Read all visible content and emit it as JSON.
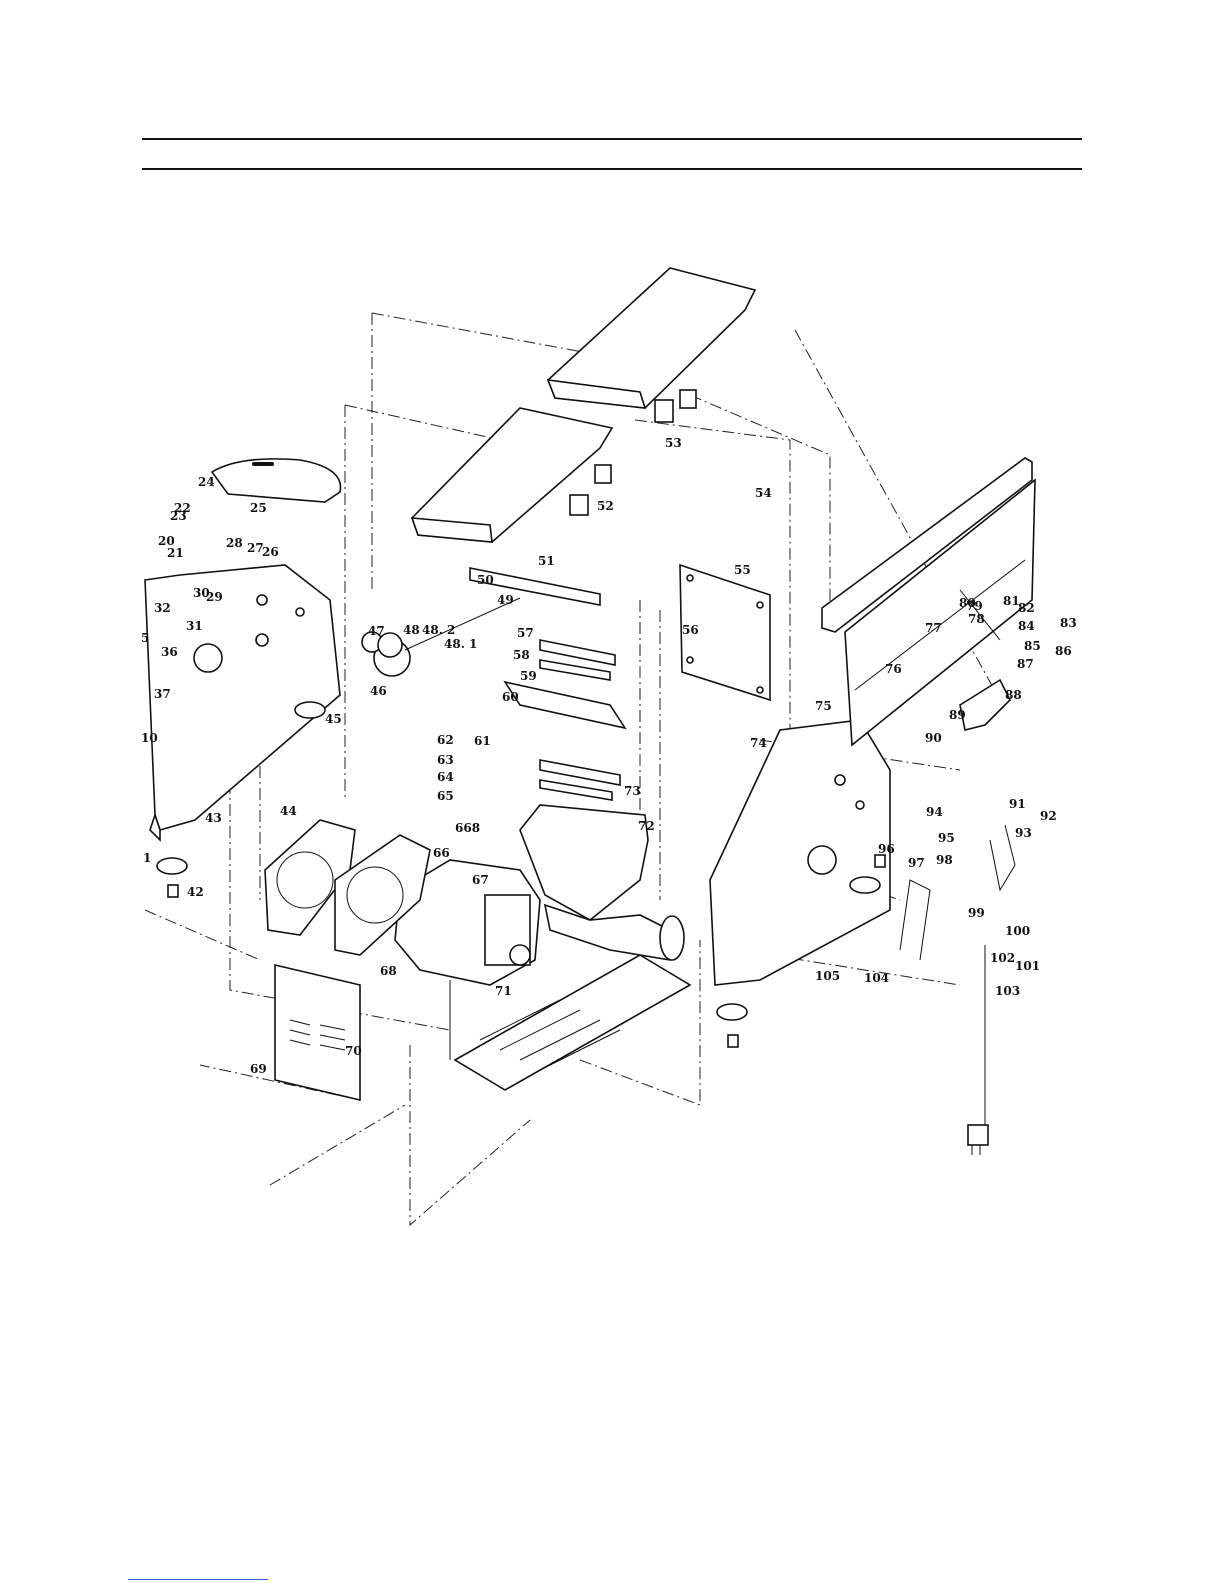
{
  "parts": [
    {
      "id": "p1",
      "text": "1"
    },
    {
      "id": "p10",
      "text": "10"
    },
    {
      "id": "p20",
      "text": "20"
    },
    {
      "id": "p21",
      "text": "21"
    },
    {
      "id": "p22",
      "text": "22"
    },
    {
      "id": "p23",
      "text": "23"
    },
    {
      "id": "p24",
      "text": "24"
    },
    {
      "id": "p25",
      "text": "25"
    },
    {
      "id": "p26",
      "text": "26"
    },
    {
      "id": "p27",
      "text": "27"
    },
    {
      "id": "p28",
      "text": "28"
    },
    {
      "id": "p29",
      "text": "29"
    },
    {
      "id": "p30",
      "text": "30"
    },
    {
      "id": "p31",
      "text": "31"
    },
    {
      "id": "p32",
      "text": "32"
    },
    {
      "id": "p36",
      "text": "36"
    },
    {
      "id": "p37",
      "text": "37"
    },
    {
      "id": "p42",
      "text": "42"
    },
    {
      "id": "p43",
      "text": "43"
    },
    {
      "id": "p44",
      "text": "44"
    },
    {
      "id": "p45",
      "text": "45"
    },
    {
      "id": "p46",
      "text": "46"
    },
    {
      "id": "p47",
      "text": "47"
    },
    {
      "id": "p48",
      "text": "48"
    },
    {
      "id": "p48_1",
      "text": "48. 1"
    },
    {
      "id": "p48_2",
      "text": "48. 2"
    },
    {
      "id": "p49",
      "text": "49"
    },
    {
      "id": "p50",
      "text": "50"
    },
    {
      "id": "p51",
      "text": "51"
    },
    {
      "id": "p52",
      "text": "52"
    },
    {
      "id": "p53",
      "text": "53"
    },
    {
      "id": "p54",
      "text": "54"
    },
    {
      "id": "p55",
      "text": "55"
    },
    {
      "id": "p56",
      "text": "56"
    },
    {
      "id": "p57",
      "text": "57"
    },
    {
      "id": "p58",
      "text": "58"
    },
    {
      "id": "p59",
      "text": "59"
    },
    {
      "id": "p60",
      "text": "60"
    },
    {
      "id": "p61",
      "text": "61"
    },
    {
      "id": "p62",
      "text": "62"
    },
    {
      "id": "p63",
      "text": "63"
    },
    {
      "id": "p64",
      "text": "64"
    },
    {
      "id": "p65",
      "text": "65"
    },
    {
      "id": "p66",
      "text": "66"
    },
    {
      "id": "p66b",
      "text": "668"
    },
    {
      "id": "p67",
      "text": "67"
    },
    {
      "id": "p68",
      "text": "68"
    },
    {
      "id": "p69",
      "text": "69"
    },
    {
      "id": "p70",
      "text": "70"
    },
    {
      "id": "p71",
      "text": "71"
    },
    {
      "id": "p72",
      "text": "72"
    },
    {
      "id": "p73",
      "text": "73"
    },
    {
      "id": "p74",
      "text": "74"
    },
    {
      "id": "p75",
      "text": "75"
    },
    {
      "id": "p76",
      "text": "76"
    },
    {
      "id": "p77",
      "text": "77"
    },
    {
      "id": "p78",
      "text": "78"
    },
    {
      "id": "p79",
      "text": "79"
    },
    {
      "id": "p80",
      "text": "80"
    },
    {
      "id": "p81",
      "text": "81"
    },
    {
      "id": "p82",
      "text": "82"
    },
    {
      "id": "p83",
      "text": "83"
    },
    {
      "id": "p84",
      "text": "84"
    },
    {
      "id": "p85",
      "text": "85"
    },
    {
      "id": "p86",
      "text": "86"
    },
    {
      "id": "p87",
      "text": "87"
    },
    {
      "id": "p88",
      "text": "88"
    },
    {
      "id": "p89",
      "text": "89"
    },
    {
      "id": "p90",
      "text": "90"
    },
    {
      "id": "p91",
      "text": "91"
    },
    {
      "id": "p92",
      "text": "92"
    },
    {
      "id": "p93",
      "text": "93"
    },
    {
      "id": "p94",
      "text": "94"
    },
    {
      "id": "p95",
      "text": "95"
    },
    {
      "id": "p96",
      "text": "96"
    },
    {
      "id": "p97",
      "text": "97"
    },
    {
      "id": "p98",
      "text": "98"
    },
    {
      "id": "p99",
      "text": "99"
    },
    {
      "id": "p100",
      "text": "100"
    },
    {
      "id": "p101",
      "text": "101"
    },
    {
      "id": "p102",
      "text": "102"
    },
    {
      "id": "p103",
      "text": "103"
    },
    {
      "id": "p104",
      "text": "104"
    },
    {
      "id": "p105",
      "text": "105"
    },
    {
      "id": "p5",
      "text": "5"
    }
  ]
}
